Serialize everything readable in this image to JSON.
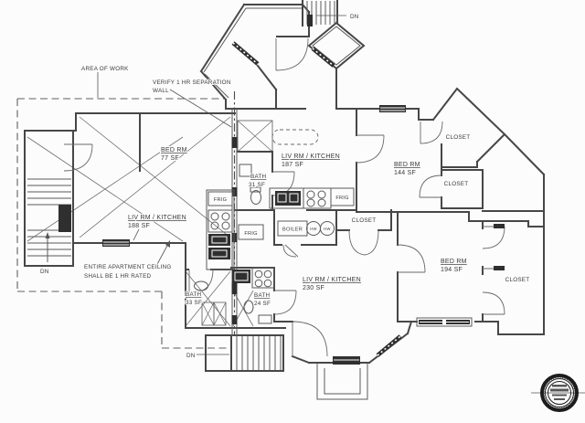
{
  "drawing": {
    "annotations": {
      "area_of_work": "AREA OF WORK",
      "verify_wall_line1": "VERIFY 1 HR SEPARATION",
      "verify_wall_line2": "WALL",
      "ceiling_note_line1": "ENTIRE APARTMENT CEILING",
      "ceiling_note_line2": "SHALL BE 1 HR RATED"
    },
    "rooms": [
      {
        "name": "BED RM",
        "area": "77 SF"
      },
      {
        "name": "LIV RM / KITCHEN",
        "area": "188 SF"
      },
      {
        "name": "LIV RM / KITCHEN",
        "area": "187 SF"
      },
      {
        "name": "BATH",
        "area": "31 SF"
      },
      {
        "name": "BED RM",
        "area": "144 SF"
      },
      {
        "name": "BED RM",
        "area": "194 SF"
      },
      {
        "name": "LIV RM / KITCHEN",
        "area": "230 SF"
      },
      {
        "name": "BATH",
        "area": "33 SF"
      },
      {
        "name": "BATH",
        "area": "24 SF"
      }
    ],
    "closet_labels": [
      "CLOSET",
      "CLOSET",
      "CLOSET",
      "CLOSET"
    ],
    "frig_labels": [
      "FRIG",
      "FRIG",
      "FRIG"
    ],
    "boiler_label": "BOILER",
    "hw_labels": [
      "HW",
      "HW"
    ],
    "dn_labels": [
      "DN",
      "DN",
      "DN"
    ]
  }
}
